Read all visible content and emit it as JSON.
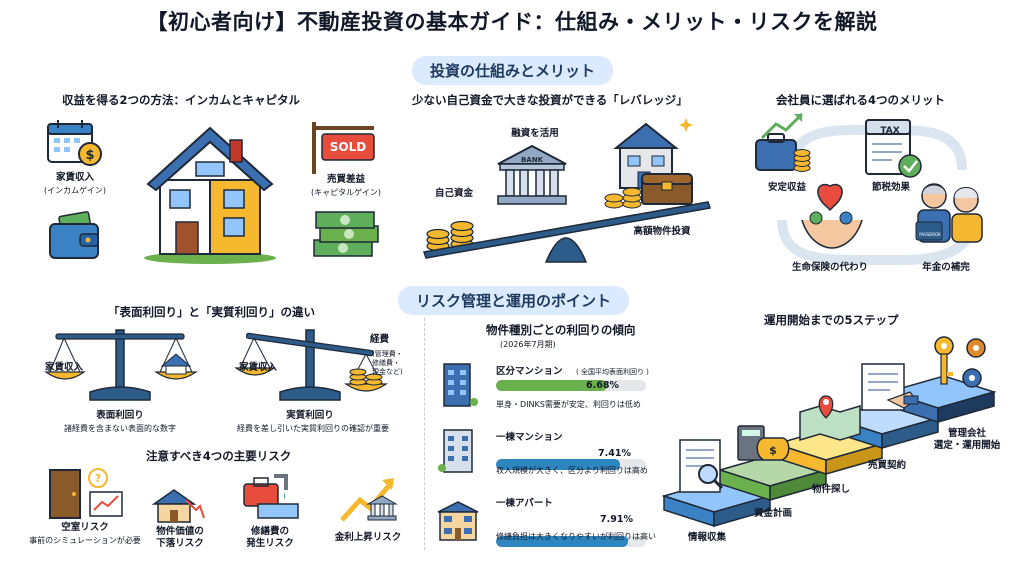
{
  "title": "【初心者向け】不動産投資の基本ガイド：仕組み・メリット・リスクを解説",
  "section1": {
    "pill": "投資の仕組みとメリット",
    "income": {
      "heading": "収益を得る2つの方法：インカムとキャピタル",
      "rent_label": "家賃収入",
      "rent_sub": "(インカムゲイン)",
      "sale_label": "売買差益",
      "sale_sub": "(キャピタルゲイン)",
      "sold_sign": "SOLD"
    },
    "leverage": {
      "heading": "少ない自己資金で大きな投資ができる「レバレッジ」",
      "loan_label": "融資を活用",
      "own_label": "自己資金",
      "target_label": "高額物件投資",
      "bank_text": "BANK"
    },
    "merits": {
      "heading": "会社員に選ばれる4つのメリット",
      "items": [
        "安定収益",
        "節税効果",
        "生命保険の代わり",
        "年金の補完"
      ],
      "tax_text": "TAX",
      "passbook_text": "PASSBOOK"
    }
  },
  "section2": {
    "pill": "リスク管理と運用のポイント",
    "yield_compare": {
      "heading": "「表面利回り」と「実質利回り」の違い",
      "rent_label": "家賃収入",
      "cost_label": "経費",
      "cost_sub": "(管理費・\n修繕費・\n現金など)",
      "surface_title": "表面利回り",
      "surface_desc": "諸経費を含まない表面的な数字",
      "real_title": "実質利回り",
      "real_desc": "経費を差し引いた実質利回りの確認が重要"
    },
    "risks": {
      "heading": "注意すべき4つの主要リスク",
      "items": [
        {
          "label": "空室リスク",
          "sub": "事前のシミュレーションが必要"
        },
        {
          "label": "物件価値の\n下落リスク",
          "sub": ""
        },
        {
          "label": "修繕費の\n発生リスク",
          "sub": ""
        },
        {
          "label": "金利上昇リスク",
          "sub": ""
        }
      ]
    },
    "property_yields": {
      "heading": "物件種別ごとの利回りの傾向",
      "date": "(2026年7月期)",
      "bar_max": 9,
      "items": [
        {
          "name": "区分マンション",
          "note": "( 全国平均表面利回り )",
          "value": 6.68,
          "value_label": "6.68%",
          "color": "#6ab04c",
          "desc": "単身・DINKS需要が安定、利回りは低め"
        },
        {
          "name": "一棟マンション",
          "note": "",
          "value": 7.41,
          "value_label": "7.41%",
          "color": "#2e86c1",
          "desc": "収入規模が大きく、区分より利回りは高め"
        },
        {
          "name": "一棟アパート",
          "note": "",
          "value": 7.91,
          "value_label": "7.91%",
          "color": "#2e86c1",
          "desc": "修繕負担は大きくなりやすいが利回りは高い"
        }
      ]
    },
    "steps": {
      "heading": "運用開始までの5ステップ",
      "items": [
        "情報収集",
        "資金計画",
        "物件探し",
        "売買契約",
        "管理会社\n選定・運用開始"
      ]
    }
  }
}
